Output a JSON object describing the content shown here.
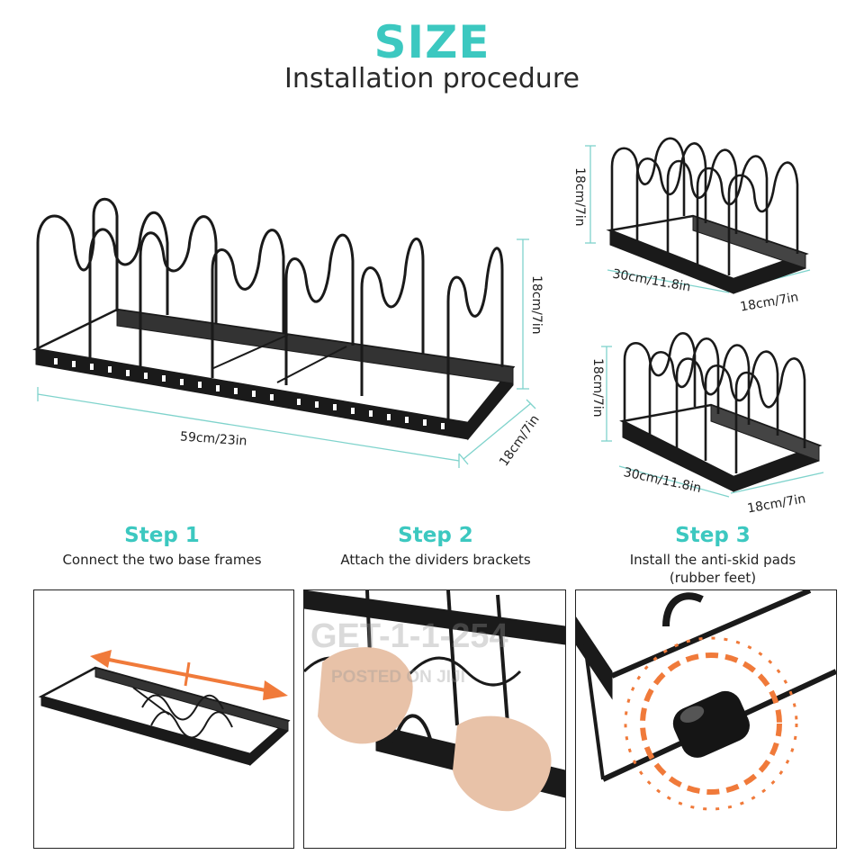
{
  "header": {
    "title": "SIZE",
    "subtitle": "Installation procedure"
  },
  "dimensions": {
    "main_length": "59cm/23in",
    "main_height": "18cm/7in",
    "main_depth": "18cm/7in",
    "small_top_height": "18cm/7in",
    "small_top_length": "30cm/11.8in",
    "small_top_depth": "18cm/7in",
    "small_bottom_height": "18cm/7in",
    "small_bottom_length": "30cm/11.8in",
    "small_bottom_depth": "18cm/7in"
  },
  "steps": [
    {
      "title": "Step 1",
      "desc": "Connect the two base frames"
    },
    {
      "title": "Step 2",
      "desc": "Attach the dividers brackets"
    },
    {
      "title": "Step 3",
      "desc": "Install the anti-skid pads",
      "desc2": "(rubber feet)"
    }
  ],
  "watermark": {
    "line1": "GET-1-1-254",
    "line2": "POSTED ON JIJI"
  },
  "colors": {
    "accent": "#3cc8c0",
    "arrow": "#f07a3a",
    "rack": "#1a1a1a"
  }
}
